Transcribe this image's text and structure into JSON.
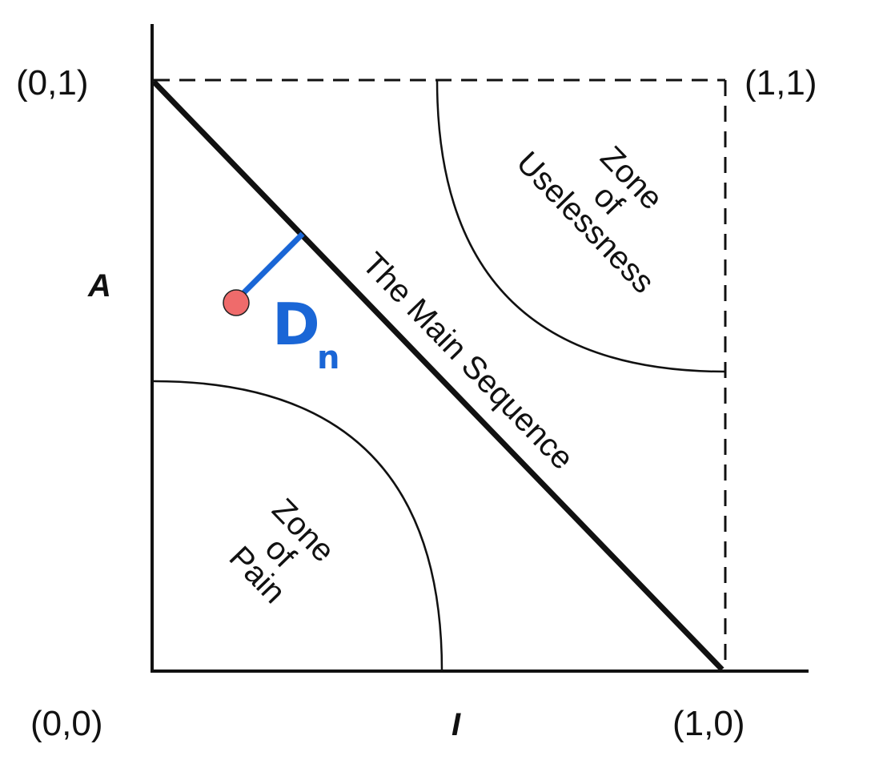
{
  "corners": {
    "origin": "(0,0)",
    "top_left": "(0,1)",
    "top_right": "(1,1)",
    "bottom_right": "(1,0)"
  },
  "axes": {
    "x_label": "I",
    "y_label": "A"
  },
  "main_sequence_label": "The Main Sequence",
  "zone_of_pain": {
    "line1": "Zone",
    "line2": "of",
    "line3": "Pain"
  },
  "zone_of_uselessness": {
    "line1": "Zone",
    "line2": "of",
    "line3": "Uselessness"
  },
  "distance_label": {
    "main": "D",
    "subscript": "n"
  },
  "colors": {
    "distance_line": "#1a66d6",
    "point_fill": "#ef6b6b",
    "ink": "#111111"
  }
}
